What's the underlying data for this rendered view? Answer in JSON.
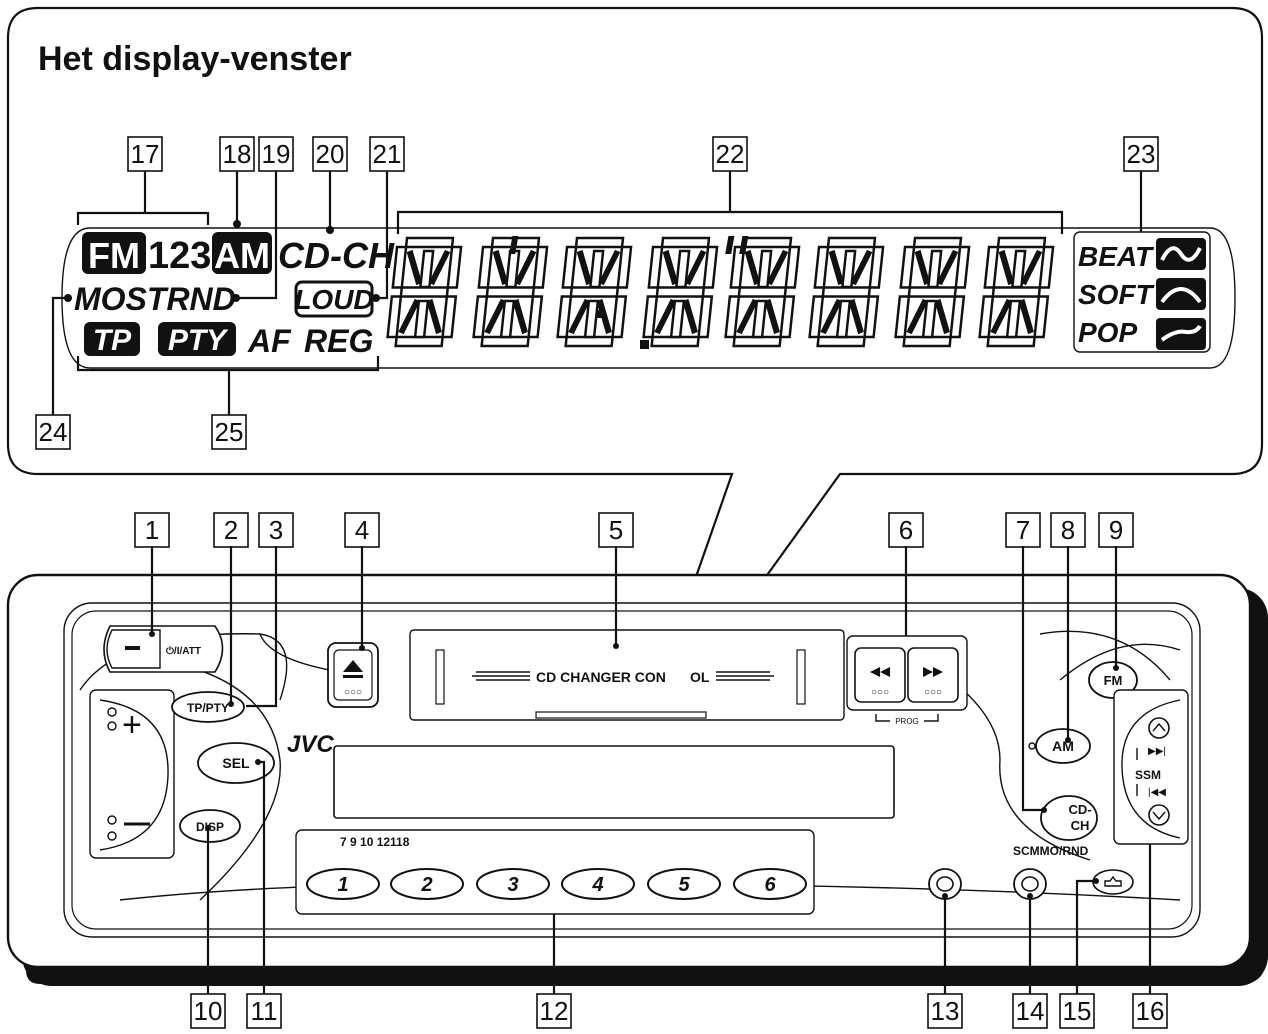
{
  "title": "Het display-venster",
  "display": {
    "fm": "FM",
    "bands": "123",
    "am": "AM",
    "cdch": "CD-CH",
    "mostrnd": "MOSTRND",
    "loud": "LOUD",
    "tp": "TP",
    "pty": "PTY",
    "af": "AF",
    "reg": "REG",
    "beat": "BEAT",
    "soft": "SOFT",
    "pop": "POP"
  },
  "callouts_display": [
    "17",
    "18",
    "19",
    "20",
    "21",
    "22",
    "23",
    "24",
    "25"
  ],
  "callouts_unit": [
    "1",
    "2",
    "3",
    "4",
    "5",
    "6",
    "7",
    "8",
    "9",
    "10",
    "11",
    "12",
    "13",
    "14",
    "15",
    "16"
  ],
  "unit": {
    "power_att": "⏻/I/ATT",
    "tp_pty": "TP/PTY",
    "sel": "SEL",
    "disp": "DISP",
    "brand": "JVC",
    "cd_changer": "CD CHANGER CON",
    "cd_changer_tail": "OL",
    "prog": "PROG",
    "fm_btn": "FM",
    "am_btn": "AM",
    "cd_ch_btn_1": "CD-",
    "cd_ch_btn_2": "CH",
    "ssm": "SSM",
    "preset_caption": "7 9 10 12118",
    "scm_caption": "SCMMO/RND",
    "presets": [
      "1",
      "2",
      "3",
      "4",
      "5",
      "6"
    ]
  }
}
